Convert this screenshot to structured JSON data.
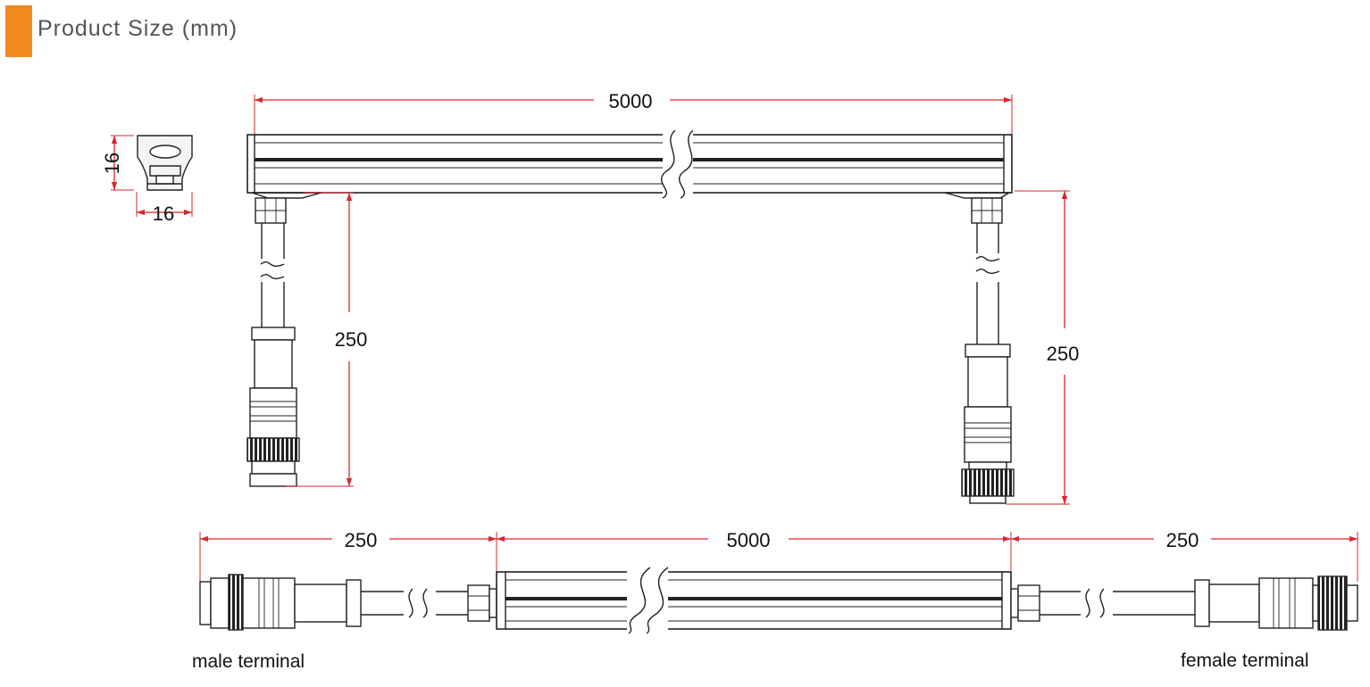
{
  "header": {
    "title": "Product  Size",
    "unit": "(mm)",
    "accent_color": "#f28a1e"
  },
  "colors": {
    "dimension_line": "#d9262c",
    "outline": "#222222",
    "profile_fill": "#f4f4f4"
  },
  "dimensions": {
    "profile_height": "16",
    "profile_width": "16",
    "top_length": "5000",
    "top_left_cable": "250",
    "top_right_cable": "250",
    "bottom_left_cable": "250",
    "bottom_length": "5000",
    "bottom_right_cable": "250"
  },
  "labels": {
    "male_terminal": "male terminal",
    "female_terminal": "female terminal"
  }
}
